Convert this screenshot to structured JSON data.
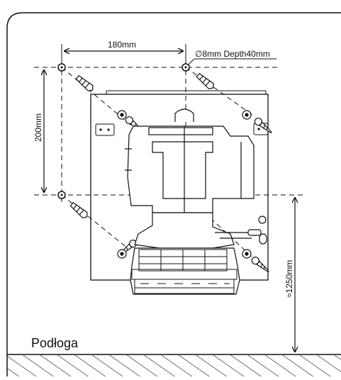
{
  "dimensions": {
    "horizontal_spacing": "180mm",
    "vertical_spacing": "200mm",
    "hole_spec": "∅8mm  Depth40mm",
    "height_from_floor": "≈1250mm"
  },
  "floor": {
    "label": "Podłoga"
  },
  "colors": {
    "line": "#111111",
    "background": "#ffffff"
  }
}
